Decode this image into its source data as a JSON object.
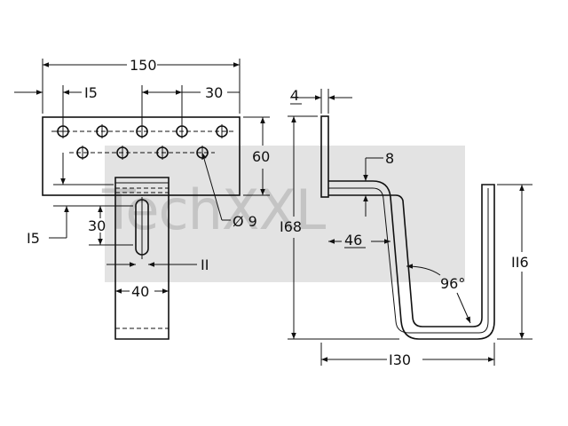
{
  "drawing": {
    "watermark": "TechXXL",
    "front_view": {
      "overall_width": "150",
      "hole_offset": "I5",
      "hole_pitch": "30",
      "plate_height": "60",
      "hole_diameter": "Ø 9",
      "slot_height": "30",
      "bottom_offset": "I5",
      "slot_width": "II",
      "strap_width": "40"
    },
    "side_view": {
      "thickness": "4",
      "total_height": "I68",
      "bend_offset": "8",
      "inner_width": "46",
      "hook_height": "II6",
      "bend_angle": "96°",
      "total_depth": "I30"
    }
  }
}
